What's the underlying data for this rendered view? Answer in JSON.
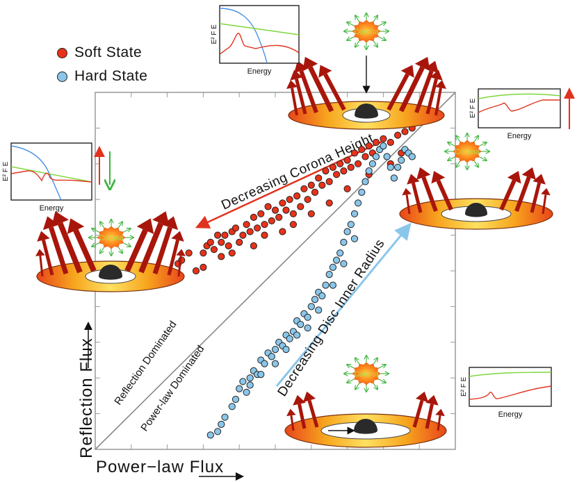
{
  "legend": {
    "soft": {
      "label": "Soft State",
      "color": "#e8321a"
    },
    "hard": {
      "label": "Hard State",
      "color": "#8ac6ea"
    }
  },
  "axes": {
    "x_label": "Power−law Flux",
    "y_label": "Reflection Flux"
  },
  "annotations": {
    "corona_height": "Decreasing Corona Height",
    "disc_radius": "Decreasing Disc Inner Radius",
    "reflection_dominated": "Reflection Dominated",
    "powerlaw_dominated": "Power-law Dominated"
  },
  "corona_label": "Corona",
  "inset": {
    "ylabel": "E² F",
    "ylabel_sub": "E",
    "xlabel": "Energy"
  },
  "colors": {
    "soft_point": "#e8321a",
    "hard_point": "#8ac6ea",
    "reflection_line": "#e0331f",
    "powerlaw_line": "#7dd63a",
    "disc_line": "#4a90e2",
    "arrow_red": "#e0331f",
    "arrow_blue": "#8ac6ea",
    "arrow_green": "#3cb43c",
    "column_dark": "#a8160b"
  },
  "chart_data": {
    "type": "scatter",
    "xlim": [
      0,
      1
    ],
    "ylim": [
      0,
      1
    ],
    "series": [
      {
        "name": "Soft State",
        "points": [
          [
            0.23,
            0.52
          ],
          [
            0.24,
            0.53
          ],
          [
            0.26,
            0.55
          ],
          [
            0.28,
            0.5
          ],
          [
            0.3,
            0.51
          ],
          [
            0.3,
            0.55
          ],
          [
            0.31,
            0.57
          ],
          [
            0.32,
            0.58
          ],
          [
            0.33,
            0.56
          ],
          [
            0.34,
            0.6
          ],
          [
            0.35,
            0.54
          ],
          [
            0.35,
            0.58
          ],
          [
            0.36,
            0.6
          ],
          [
            0.37,
            0.57
          ],
          [
            0.38,
            0.61
          ],
          [
            0.38,
            0.55
          ],
          [
            0.39,
            0.62
          ],
          [
            0.4,
            0.58
          ],
          [
            0.41,
            0.6
          ],
          [
            0.42,
            0.63
          ],
          [
            0.43,
            0.61
          ],
          [
            0.44,
            0.65
          ],
          [
            0.45,
            0.62
          ],
          [
            0.46,
            0.66
          ],
          [
            0.47,
            0.63
          ],
          [
            0.48,
            0.68
          ],
          [
            0.49,
            0.64
          ],
          [
            0.5,
            0.67
          ],
          [
            0.51,
            0.65
          ],
          [
            0.52,
            0.69
          ],
          [
            0.53,
            0.67
          ],
          [
            0.54,
            0.7
          ],
          [
            0.55,
            0.66
          ],
          [
            0.56,
            0.71
          ],
          [
            0.57,
            0.68
          ],
          [
            0.58,
            0.73
          ],
          [
            0.59,
            0.7
          ],
          [
            0.6,
            0.74
          ],
          [
            0.61,
            0.72
          ],
          [
            0.62,
            0.76
          ],
          [
            0.63,
            0.74
          ],
          [
            0.64,
            0.78
          ],
          [
            0.65,
            0.75
          ],
          [
            0.66,
            0.79
          ],
          [
            0.67,
            0.77
          ],
          [
            0.68,
            0.8
          ],
          [
            0.69,
            0.78
          ],
          [
            0.7,
            0.81
          ],
          [
            0.71,
            0.79
          ],
          [
            0.72,
            0.83
          ],
          [
            0.73,
            0.8
          ],
          [
            0.74,
            0.84
          ],
          [
            0.75,
            0.82
          ],
          [
            0.76,
            0.85
          ],
          [
            0.77,
            0.83
          ],
          [
            0.78,
            0.86
          ],
          [
            0.79,
            0.84
          ],
          [
            0.8,
            0.87
          ],
          [
            0.82,
            0.86
          ],
          [
            0.84,
            0.88
          ],
          [
            0.86,
            0.89
          ],
          [
            0.88,
            0.9
          ],
          [
            0.44,
            0.57
          ],
          [
            0.47,
            0.6
          ],
          [
            0.52,
            0.61
          ],
          [
            0.55,
            0.63
          ],
          [
            0.6,
            0.66
          ],
          [
            0.65,
            0.69
          ],
          [
            0.7,
            0.73
          ],
          [
            0.76,
            0.77
          ],
          [
            0.82,
            0.8
          ],
          [
            0.85,
            0.83
          ]
        ]
      },
      {
        "name": "Hard State",
        "points": [
          [
            0.32,
            0.04
          ],
          [
            0.34,
            0.05
          ],
          [
            0.35,
            0.07
          ],
          [
            0.36,
            0.09
          ],
          [
            0.4,
            0.17
          ],
          [
            0.41,
            0.19
          ],
          [
            0.42,
            0.16
          ],
          [
            0.43,
            0.2
          ],
          [
            0.44,
            0.22
          ],
          [
            0.45,
            0.21
          ],
          [
            0.46,
            0.25
          ],
          [
            0.47,
            0.24
          ],
          [
            0.48,
            0.27
          ],
          [
            0.49,
            0.26
          ],
          [
            0.5,
            0.28
          ],
          [
            0.51,
            0.3
          ],
          [
            0.52,
            0.29
          ],
          [
            0.53,
            0.32
          ],
          [
            0.54,
            0.31
          ],
          [
            0.55,
            0.33
          ],
          [
            0.56,
            0.36
          ],
          [
            0.57,
            0.35
          ],
          [
            0.58,
            0.38
          ],
          [
            0.59,
            0.37
          ],
          [
            0.6,
            0.4
          ],
          [
            0.61,
            0.42
          ],
          [
            0.62,
            0.44
          ],
          [
            0.63,
            0.43
          ],
          [
            0.64,
            0.46
          ],
          [
            0.65,
            0.49
          ],
          [
            0.66,
            0.51
          ],
          [
            0.67,
            0.53
          ],
          [
            0.68,
            0.55
          ],
          [
            0.69,
            0.58
          ],
          [
            0.7,
            0.61
          ],
          [
            0.71,
            0.63
          ],
          [
            0.72,
            0.66
          ],
          [
            0.73,
            0.69
          ],
          [
            0.74,
            0.72
          ],
          [
            0.75,
            0.75
          ],
          [
            0.76,
            0.78
          ],
          [
            0.77,
            0.8
          ],
          [
            0.78,
            0.82
          ],
          [
            0.79,
            0.84
          ],
          [
            0.8,
            0.85
          ],
          [
            0.81,
            0.82
          ],
          [
            0.82,
            0.79
          ],
          [
            0.83,
            0.76
          ],
          [
            0.84,
            0.79
          ],
          [
            0.85,
            0.81
          ],
          [
            0.86,
            0.84
          ],
          [
            0.87,
            0.83
          ],
          [
            0.88,
            0.82
          ],
          [
            0.38,
            0.12
          ],
          [
            0.39,
            0.14
          ],
          [
            0.43,
            0.18
          ],
          [
            0.46,
            0.21
          ],
          [
            0.5,
            0.24
          ],
          [
            0.53,
            0.28
          ],
          [
            0.56,
            0.32
          ],
          [
            0.59,
            0.34
          ],
          [
            0.62,
            0.39
          ],
          [
            0.66,
            0.46
          ],
          [
            0.69,
            0.52
          ],
          [
            0.72,
            0.59
          ]
        ]
      }
    ]
  }
}
